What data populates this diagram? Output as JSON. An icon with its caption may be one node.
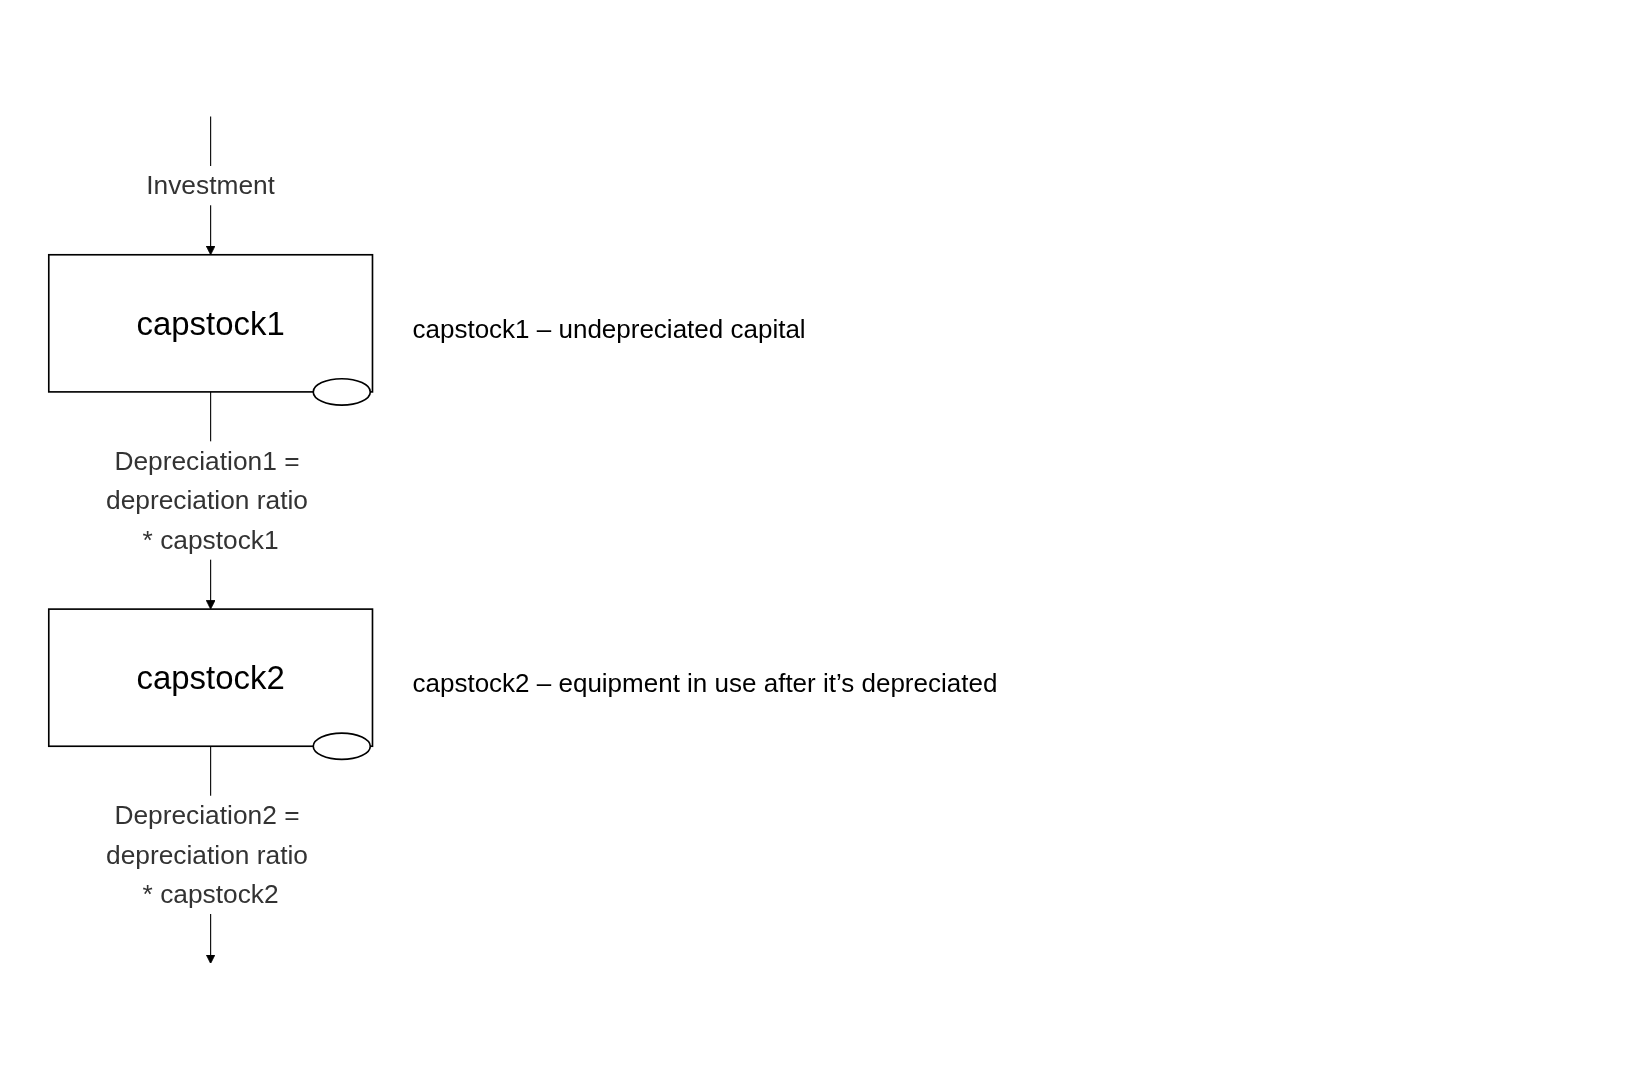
{
  "diagram": {
    "nodes": [
      {
        "text": [
          "capstock1"
        ],
        "beside": [
          "capstock1 – undepreciated capital"
        ]
      },
      {
        "text": [
          "capstock2"
        ],
        "beside": [
          "capstock2 – equipment in use after it’s depreciated"
        ]
      }
    ],
    "edges": [
      {
        "from": null,
        "to": 0,
        "arrow": "to",
        "label": "Investment"
      },
      {
        "from": 0,
        "to": 1,
        "arrow": "to",
        "label": "Depreciation1 = depreciation ratio * capstock1"
      },
      {
        "from": 1,
        "to": null,
        "arrow": "to",
        "label": "Depreciation2 = depreciation ratio * capstock2"
      }
    ]
  }
}
